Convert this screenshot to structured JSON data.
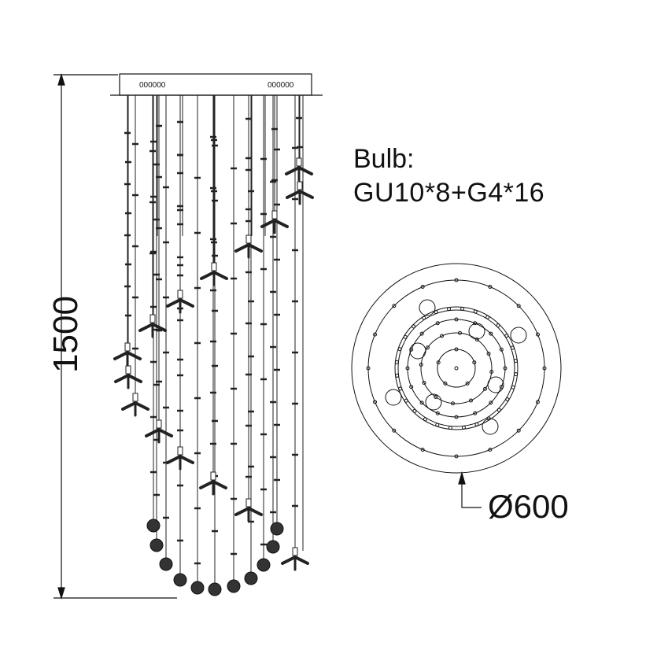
{
  "drawing": {
    "bulb_title": "Bulb:",
    "bulb_spec": "GU10*8+G4*16",
    "height_dimension": "1500",
    "diameter_dimension": "Ø600",
    "canopy_marks_left": "000000",
    "canopy_marks_right": "000000"
  }
}
